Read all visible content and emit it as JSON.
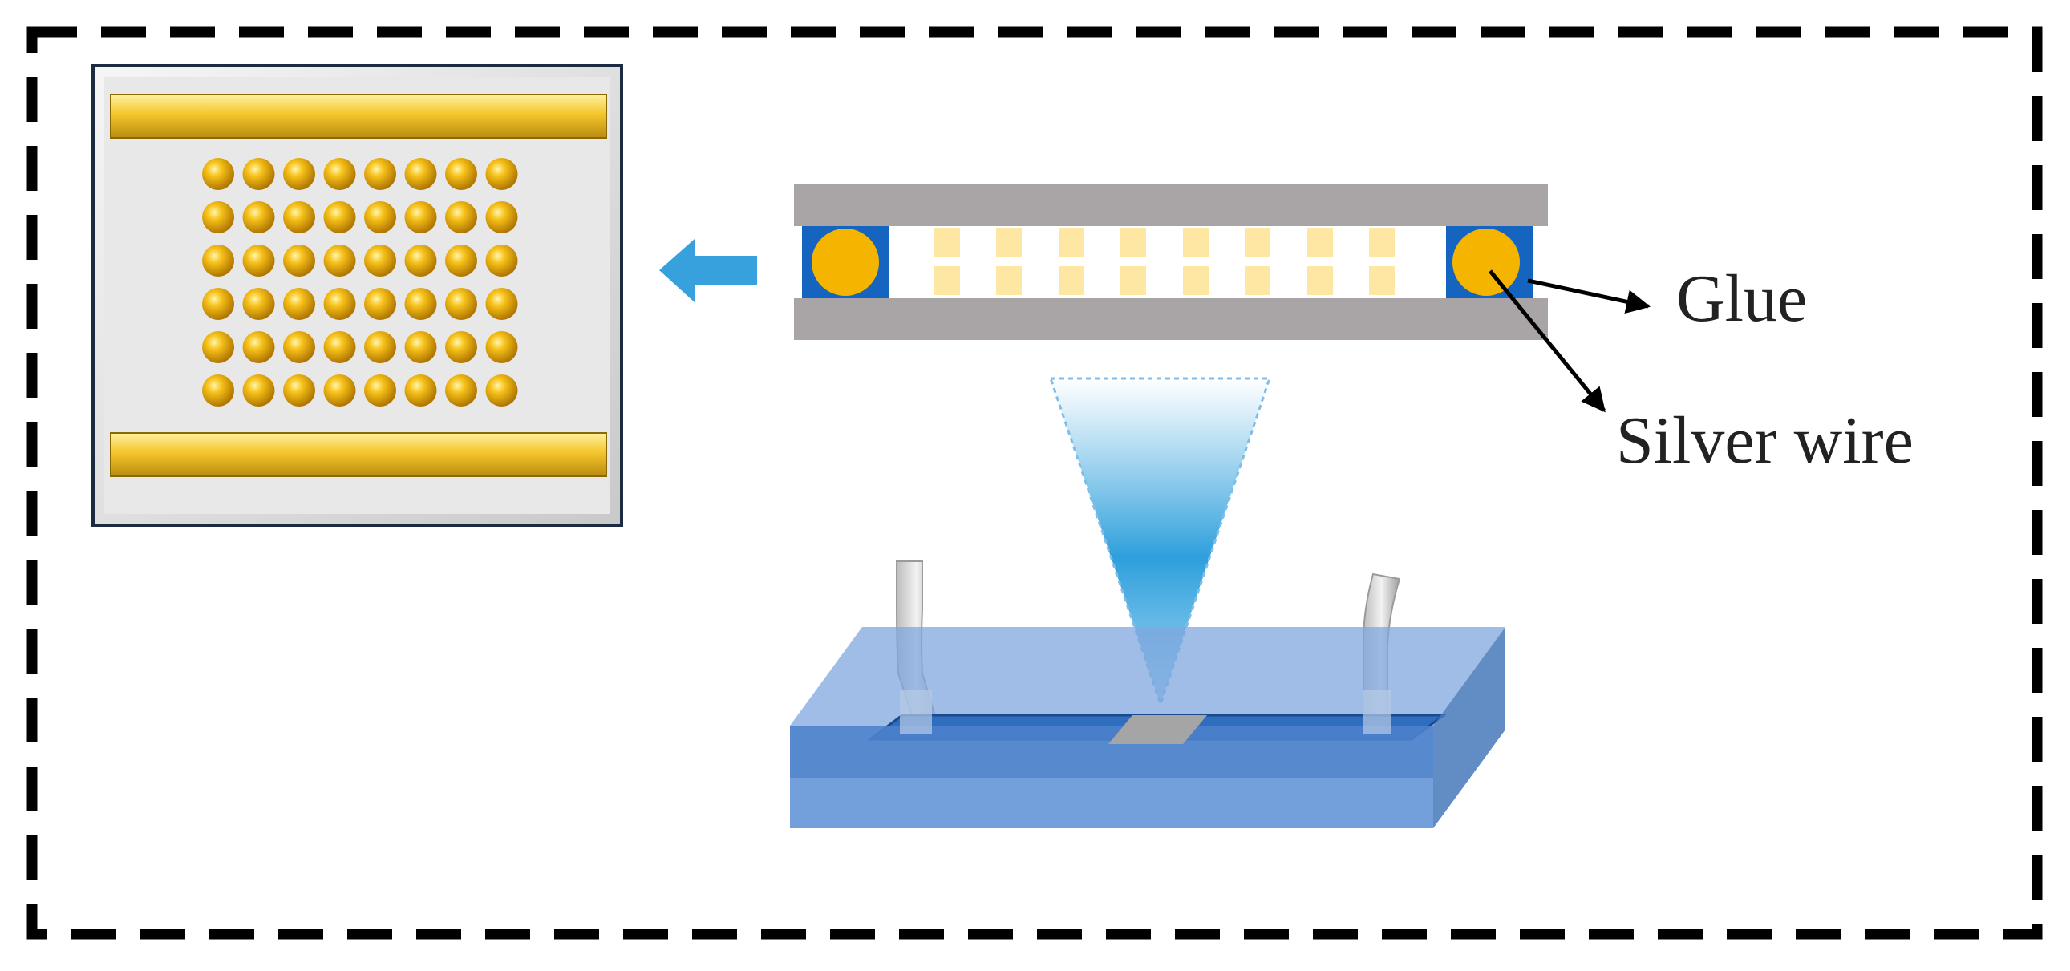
{
  "labels": {
    "glue": "Glue",
    "silver_wire": "Silver wire"
  },
  "colors": {
    "frame_dash": "#000000",
    "plate_gray": "#a9a5a6",
    "glue_blue": "#1565c0",
    "silver_wire_gold": "#f4b400",
    "pattern_light_gold": "#fde7a3",
    "arrow_blue": "#36a1dc",
    "chip_blue": "#5b8fd4",
    "laser_blue": "#2d9fdc",
    "inset_bg": "#e9e9e9",
    "electrode_gold": "#f2c232"
  },
  "inset": {
    "sphere_rows": 6,
    "sphere_cols": 8
  }
}
